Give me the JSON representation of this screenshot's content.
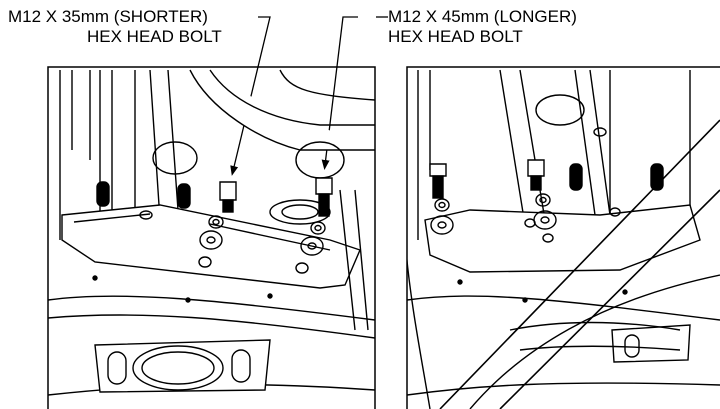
{
  "callouts": {
    "short_bolt": {
      "line1": "M12 X 35mm (SHORTER)",
      "line2": "HEX HEAD BOLT"
    },
    "long_bolt": {
      "line1": "M12 X 45mm (LONGER)",
      "line2": "HEX HEAD BOLT"
    }
  },
  "colors": {
    "ink": "#000000",
    "paper": "#ffffff"
  }
}
